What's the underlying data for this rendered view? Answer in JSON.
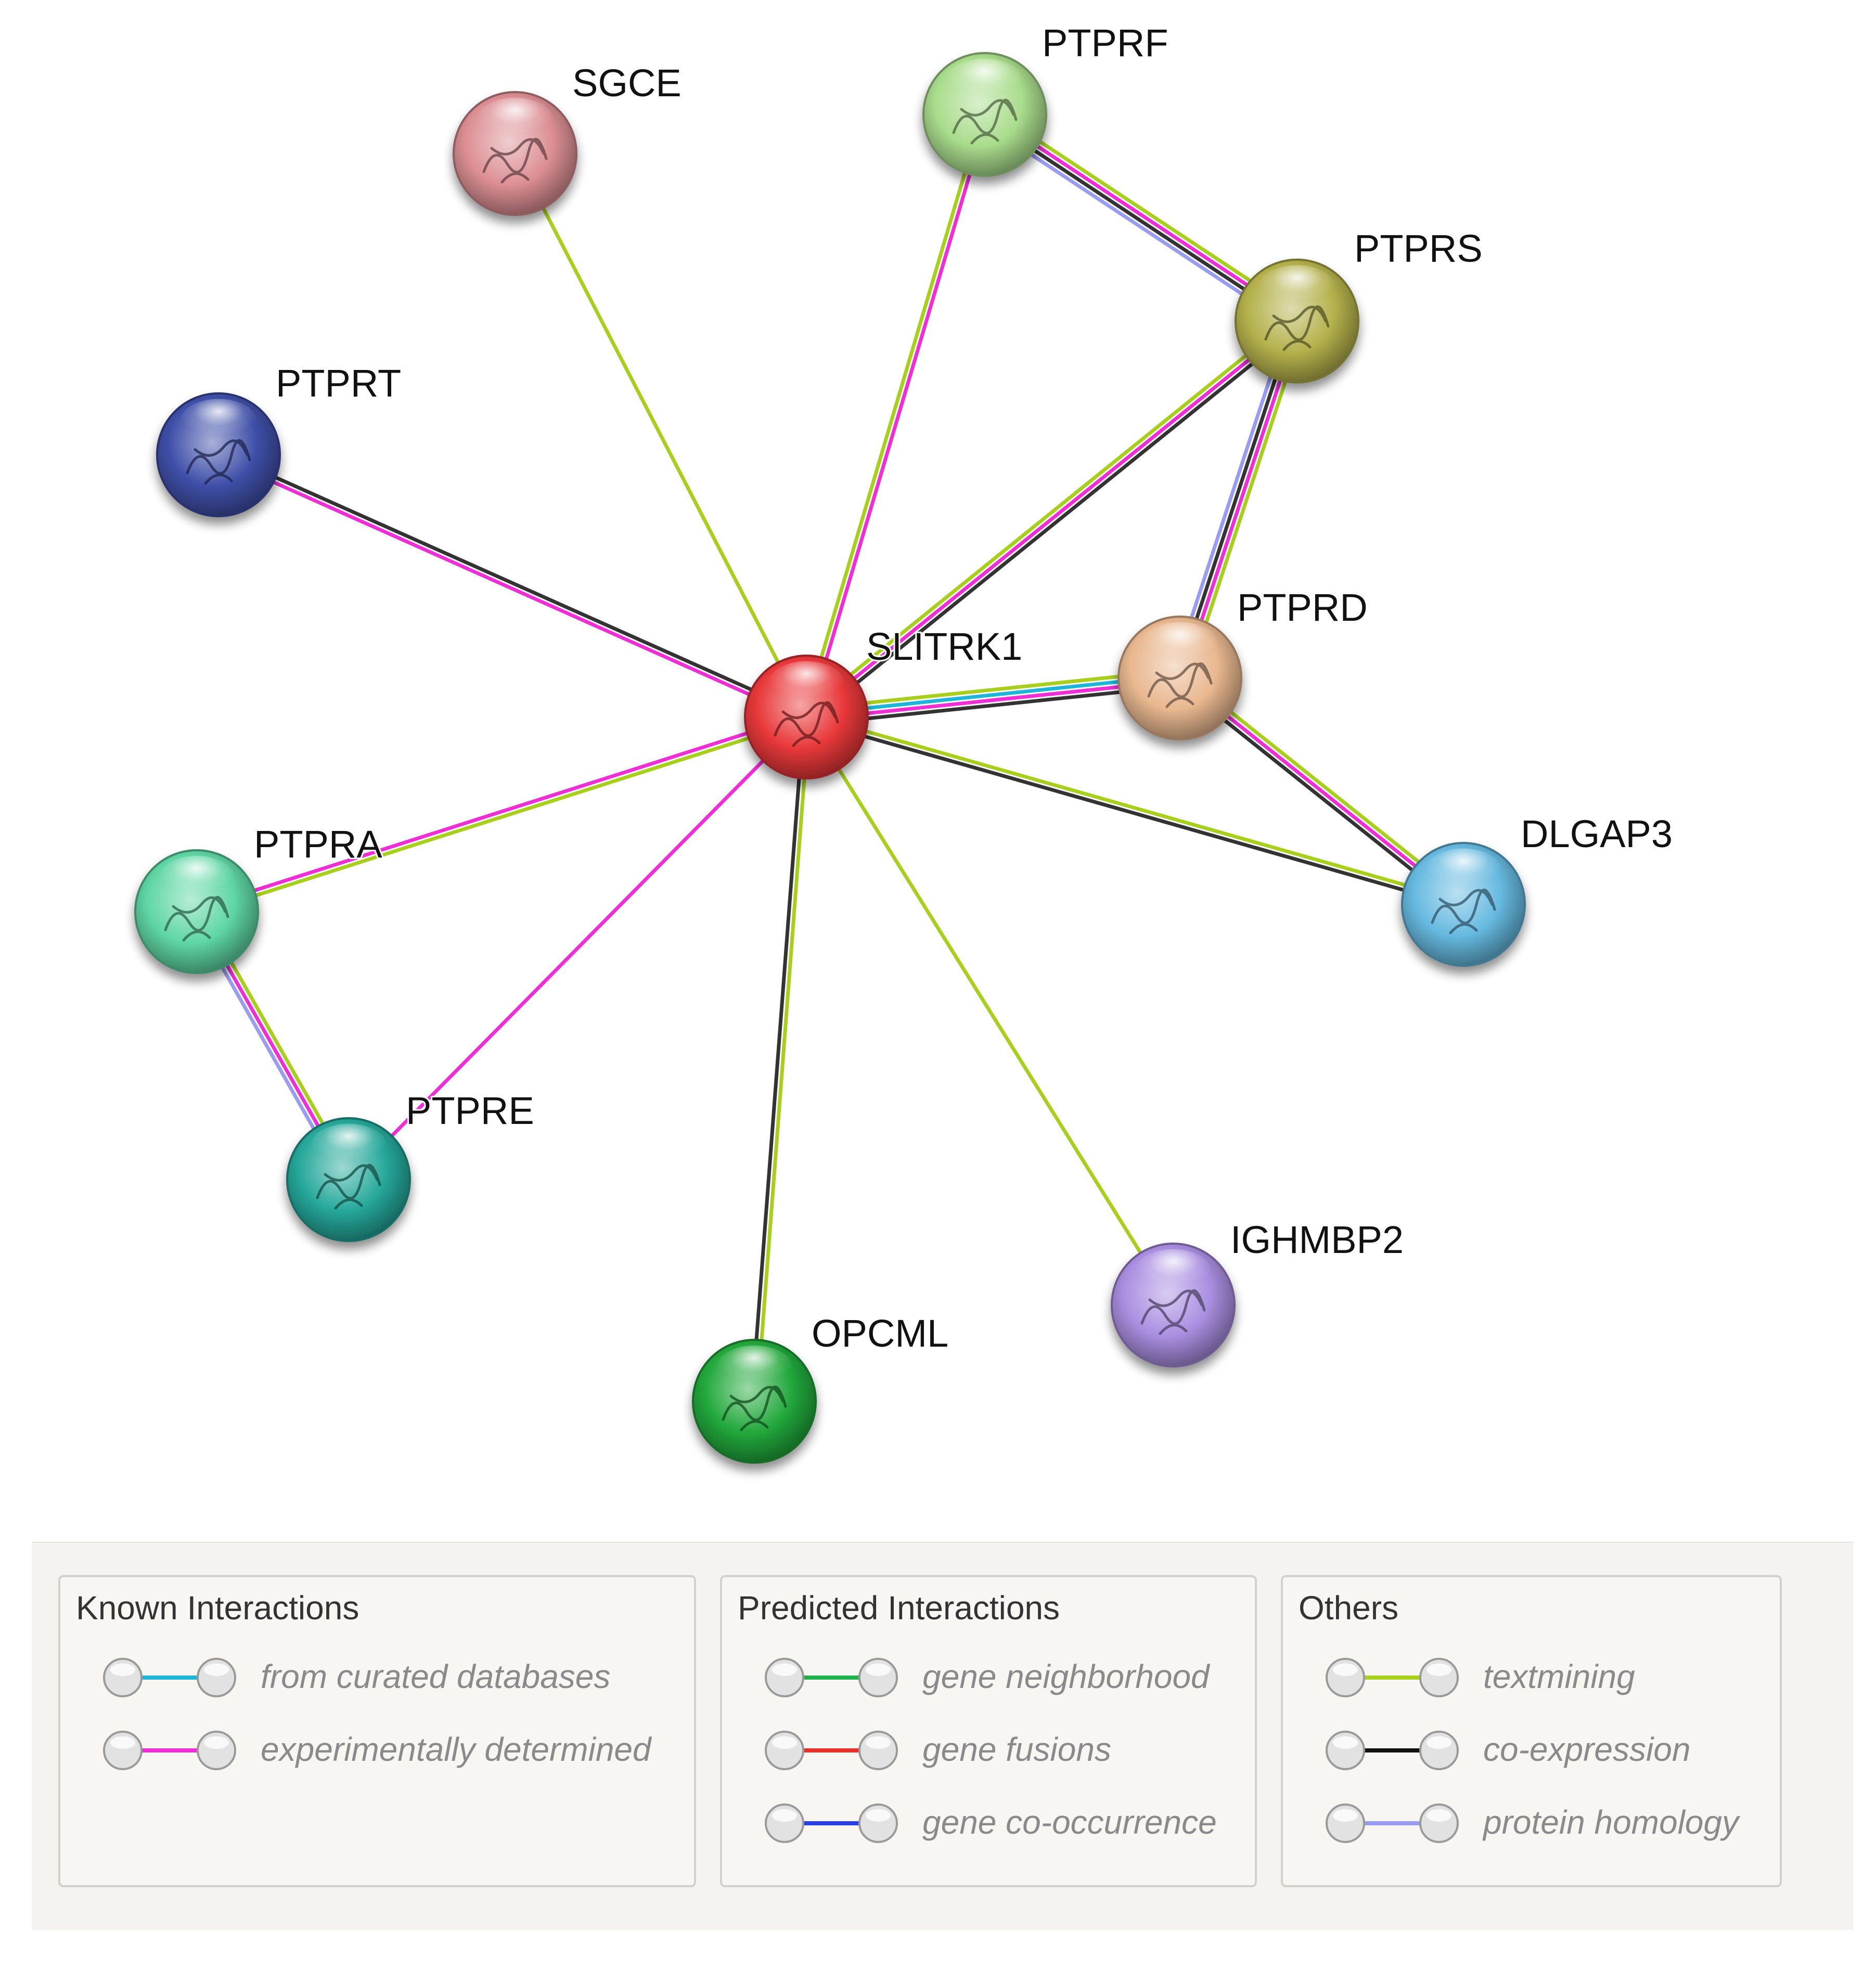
{
  "network": {
    "nodes": [
      {
        "id": "SLITRK1",
        "label": "SLITRK1",
        "color": "#e8383a"
      },
      {
        "id": "SGCE",
        "label": "SGCE",
        "color": "#dc8f94"
      },
      {
        "id": "PTPRF",
        "label": "PTPRF",
        "color": "#a9dc8c"
      },
      {
        "id": "PTPRS",
        "label": "PTPRS",
        "color": "#b4b14c"
      },
      {
        "id": "PTPRT",
        "label": "PTPRT",
        "color": "#3f4fa8"
      },
      {
        "id": "PTPRD",
        "label": "PTPRD",
        "color": "#e8b78f"
      },
      {
        "id": "PTPRA",
        "label": "PTPRA",
        "color": "#5fd6a4"
      },
      {
        "id": "DLGAP3",
        "label": "DLGAP3",
        "color": "#66b9e0"
      },
      {
        "id": "PTPRE",
        "label": "PTPRE",
        "color": "#26a89a"
      },
      {
        "id": "IGHMBP2",
        "label": "IGHMBP2",
        "color": "#a98ee0"
      },
      {
        "id": "OPCML",
        "label": "OPCML",
        "color": "#22a83c"
      }
    ],
    "edges": [
      {
        "source": "SLITRK1",
        "target": "SGCE",
        "evidence": [
          "textmining"
        ]
      },
      {
        "source": "SLITRK1",
        "target": "PTPRF",
        "evidence": [
          "textmining",
          "experimental"
        ]
      },
      {
        "source": "SLITRK1",
        "target": "PTPRS",
        "evidence": [
          "textmining",
          "experimental",
          "coexpression"
        ]
      },
      {
        "source": "SLITRK1",
        "target": "PTPRT",
        "evidence": [
          "experimental",
          "coexpression"
        ]
      },
      {
        "source": "SLITRK1",
        "target": "PTPRD",
        "evidence": [
          "textmining",
          "curated",
          "experimental",
          "coexpression"
        ]
      },
      {
        "source": "SLITRK1",
        "target": "DLGAP3",
        "evidence": [
          "textmining",
          "coexpression"
        ]
      },
      {
        "source": "SLITRK1",
        "target": "PTPRA",
        "evidence": [
          "textmining",
          "experimental"
        ]
      },
      {
        "source": "SLITRK1",
        "target": "PTPRE",
        "evidence": [
          "experimental"
        ]
      },
      {
        "source": "SLITRK1",
        "target": "IGHMBP2",
        "evidence": [
          "textmining"
        ]
      },
      {
        "source": "SLITRK1",
        "target": "OPCML",
        "evidence": [
          "textmining",
          "coexpression"
        ]
      },
      {
        "source": "PTPRF",
        "target": "PTPRS",
        "evidence": [
          "textmining",
          "experimental",
          "coexpression",
          "homology"
        ]
      },
      {
        "source": "PTPRS",
        "target": "PTPRD",
        "evidence": [
          "textmining",
          "experimental",
          "coexpression",
          "homology"
        ]
      },
      {
        "source": "PTPRD",
        "target": "DLGAP3",
        "evidence": [
          "textmining",
          "experimental",
          "coexpression"
        ]
      },
      {
        "source": "PTPRA",
        "target": "PTPRE",
        "evidence": [
          "textmining",
          "experimental",
          "homology"
        ]
      }
    ]
  },
  "edge_colors": {
    "curated": "#1fb5d6",
    "experimental": "#ee2fd6",
    "neighborhood": "#22b04a",
    "fusion": "#e8302a",
    "cooccurrence": "#2a3fe0",
    "textmining": "#a8cf1e",
    "coexpression": "#333333",
    "homology": "#9a9cf0"
  },
  "legend": {
    "groups": [
      {
        "title": "Known Interactions",
        "items": [
          {
            "label": "from curated databases",
            "color": "#1fb5d6"
          },
          {
            "label": "experimentally determined",
            "color": "#ee2fd6"
          }
        ]
      },
      {
        "title": "Predicted Interactions",
        "items": [
          {
            "label": "gene neighborhood",
            "color": "#22b04a"
          },
          {
            "label": "gene fusions",
            "color": "#e8302a"
          },
          {
            "label": "gene co-occurrence",
            "color": "#2a3fe0"
          }
        ]
      },
      {
        "title": "Others",
        "items": [
          {
            "label": "textmining",
            "color": "#a8cf1e"
          },
          {
            "label": "co-expression",
            "color": "#111111"
          },
          {
            "label": "protein homology",
            "color": "#9a9cf0"
          }
        ]
      }
    ]
  }
}
